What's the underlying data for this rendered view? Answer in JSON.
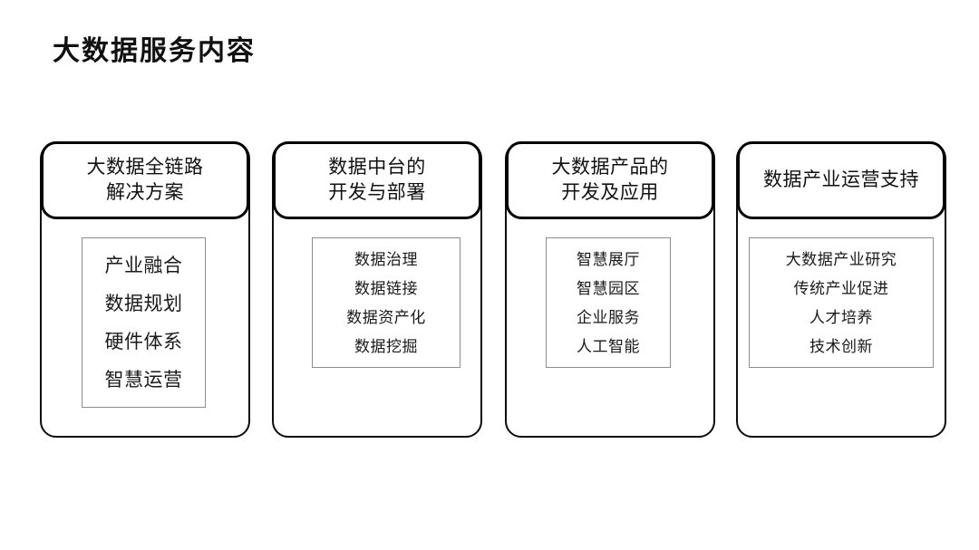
{
  "slide": {
    "title": "大数据服务内容",
    "background_color": "#ffffff",
    "text_color": "#1a1a1a",
    "border_color": "#0d0d0d",
    "inner_border_color": "#8d8d8d"
  },
  "cards": [
    {
      "header": "大数据全链路\n解决方案",
      "items": [
        "产业融合",
        "数据规划",
        "硬件体系",
        "智慧运营"
      ]
    },
    {
      "header": "数据中台的\n开发与部署",
      "items": [
        "数据治理",
        "数据链接",
        "数据资产化",
        "数据挖掘"
      ]
    },
    {
      "header": "大数据产品的\n开发及应用",
      "items": [
        "智慧展厅",
        "智慧园区",
        "企业服务",
        "人工智能"
      ]
    },
    {
      "header": "数据产业运营支持",
      "items": [
        "大数据产业研究",
        "传统产业促进",
        "人才培养",
        "技术创新"
      ]
    }
  ]
}
